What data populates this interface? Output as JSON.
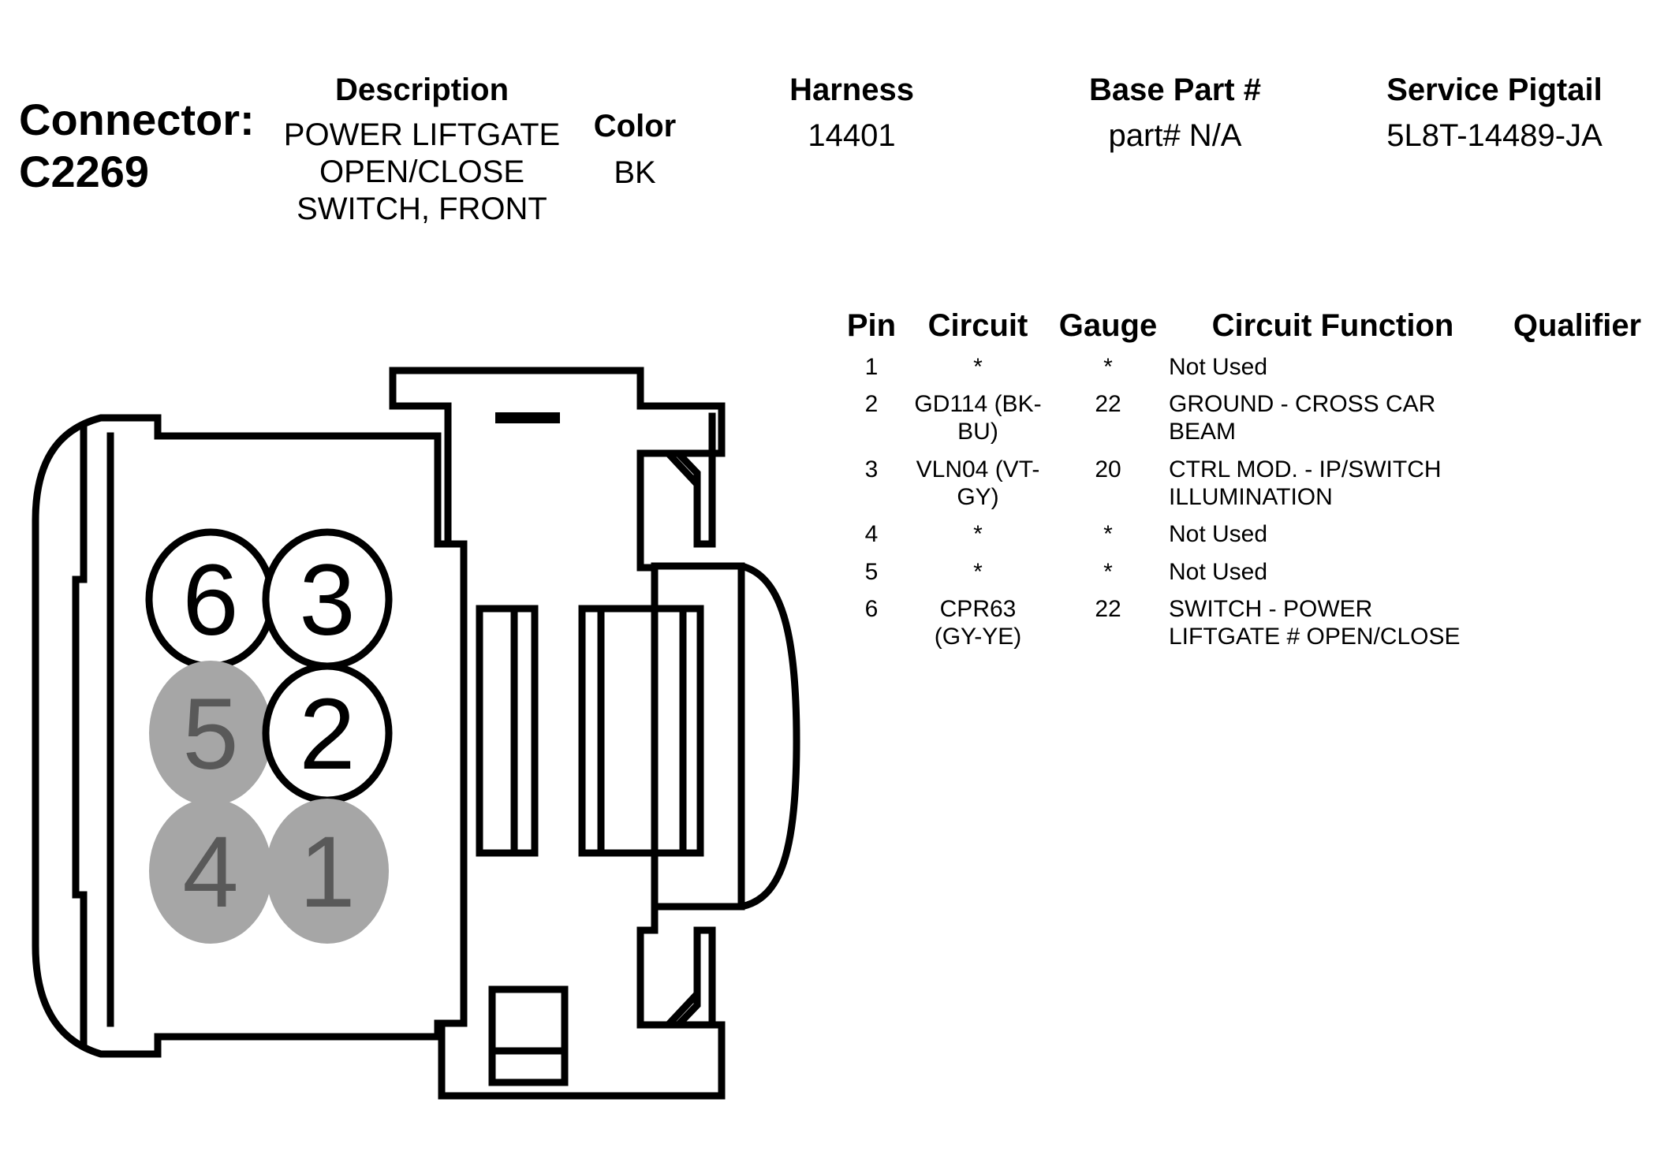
{
  "connector": {
    "label": "Connector:",
    "id": "C2269"
  },
  "header": {
    "description_label": "Description",
    "description_value": "POWER LIFTGATE\nOPEN/CLOSE\nSWITCH, FRONT",
    "color_label": "Color",
    "color_value": "BK",
    "harness_label": "Harness",
    "harness_value": "14401",
    "base_part_label": "Base Part #",
    "base_part_value": "part# N/A",
    "service_pigtail_label": "Service Pigtail",
    "service_pigtail_value": "5L8T-14489-JA"
  },
  "table": {
    "headers": {
      "pin": "Pin",
      "circuit": "Circuit",
      "gauge": "Gauge",
      "function": "Circuit Function",
      "qualifier": "Qualifier"
    },
    "rows": [
      {
        "pin": "1",
        "circuit_1": "*",
        "circuit_2": "",
        "gauge": "*",
        "function_1": "Not Used",
        "function_2": ""
      },
      {
        "pin": "2",
        "circuit_1": "GD114 (BK-",
        "circuit_2": "BU)",
        "gauge": "22",
        "function_1": "GROUND - CROSS CAR",
        "function_2": "BEAM"
      },
      {
        "pin": "3",
        "circuit_1": "VLN04 (VT-",
        "circuit_2": "GY)",
        "gauge": "20",
        "function_1": "CTRL MOD. - IP/SWITCH",
        "function_2": "ILLUMINATION"
      },
      {
        "pin": "4",
        "circuit_1": "*",
        "circuit_2": "",
        "gauge": "*",
        "function_1": "Not Used",
        "function_2": ""
      },
      {
        "pin": "5",
        "circuit_1": "*",
        "circuit_2": "",
        "gauge": "*",
        "function_1": "Not Used",
        "function_2": ""
      },
      {
        "pin": "6",
        "circuit_1": "CPR63",
        "circuit_2": "(GY-YE)",
        "gauge": "22",
        "function_1": "SWITCH - POWER",
        "function_2": "LIFTGATE # OPEN/CLOSE"
      }
    ]
  },
  "diagram": {
    "pins": [
      {
        "label": "6",
        "state": "used"
      },
      {
        "label": "3",
        "state": "used"
      },
      {
        "label": "5",
        "state": "unused"
      },
      {
        "label": "2",
        "state": "used"
      },
      {
        "label": "4",
        "state": "unused"
      },
      {
        "label": "1",
        "state": "unused"
      }
    ],
    "colors": {
      "outline": "#000000",
      "used_fill": "#ffffff",
      "unused_fill": "#a6a6a6",
      "unused_text": "#595959",
      "used_text": "#000000"
    }
  }
}
